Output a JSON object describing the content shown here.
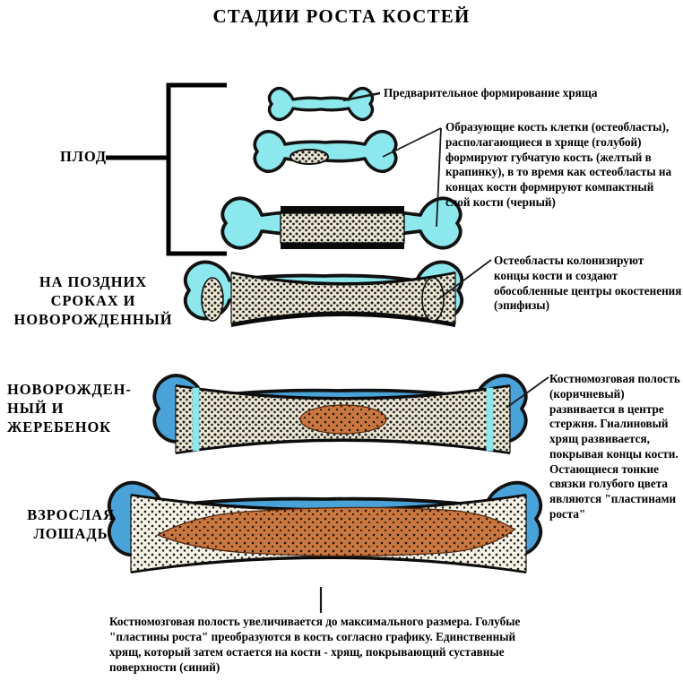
{
  "title": "СТАДИИ РОСТА КОСТЕЙ",
  "row_labels": {
    "fetus": "ПЛОД",
    "late_fetal_newborn": "НА ПОЗДНИХ СРОКАХ  И НОВОРОЖДЕННЫЙ",
    "newborn_foal": "НОВОРОЖДЕН-\nНЫЙ И\nЖЕРЕБЕНОК",
    "adult_horse": "ВЗРОСЛАЯ ЛОШАДЬ"
  },
  "callouts": {
    "cartilage_model": "Предварительное формирование хряща",
    "osteoblasts": "Образующие кость клетки (остеобласты), располагающиеся в хряще (голубой) формируют губчатую кость (желтый в крапинку), в то время как остеобласты на концах кости формируют компактный слой кости (черный)",
    "epiphyses": "Остеобласты колонизируют концы кости и создают обособленные центры окостенения (эпифизы)",
    "marrow_cavity": "Костномозговая полость (коричневый) развивается в центре стержня. Гиалиновый хрящ развивается, покрывая концы кости. Остающиеся тонкие связки голубого цвета являются \"пластинами роста\"",
    "bottom_caption": "Костномозговая полость увеличивается до максимального размера. Голубые \"пластины роста\" преобразуются в кость согласно графику. Единственный хрящ, который затем остается на кости - хрящ, покрывающий суставные поверхности (синий)"
  },
  "colors": {
    "cartilage_cyan": "#8ce8ec",
    "articular_blue": "#4aa3d8",
    "spongy_bone": "#ded9c0",
    "spongy_bone_light": "#f2efe2",
    "marrow_brown": "#c9763f",
    "compact_bone_black": "#000000",
    "background": "#ffffff",
    "text": "#000000"
  },
  "bone_stages": [
    {
      "name": "cartilage-model",
      "description": "Сплошная хрящевая модель (голубая)",
      "features": [
        "cartilage"
      ]
    },
    {
      "name": "early-ossification",
      "description": "Небольшой центр окостенения в центре",
      "features": [
        "cartilage",
        "spongy-center"
      ]
    },
    {
      "name": "primary-ossification",
      "description": "Губчатая кость в стержне, компактный слой (черный)",
      "features": [
        "cartilage",
        "spongy-shaft",
        "compact-bone"
      ]
    },
    {
      "name": "epiphyseal-centers",
      "description": "Обособленные центры окостенения на концах (эпифизы)",
      "features": [
        "cartilage",
        "spongy-shaft",
        "compact-bone",
        "epiphyseal-centers"
      ]
    },
    {
      "name": "marrow-cavity-forming",
      "description": "Костномозговая полость в центре стержня, пластины роста",
      "features": [
        "growth-plates",
        "spongy-bone",
        "compact-bone",
        "marrow-cavity",
        "articular-cartilage"
      ]
    },
    {
      "name": "adult-bone",
      "description": "Максимальная костномозговая полость, суставной хрящ (синий)",
      "features": [
        "spongy-bone",
        "compact-bone",
        "marrow-cavity-max",
        "articular-cartilage"
      ]
    }
  ]
}
